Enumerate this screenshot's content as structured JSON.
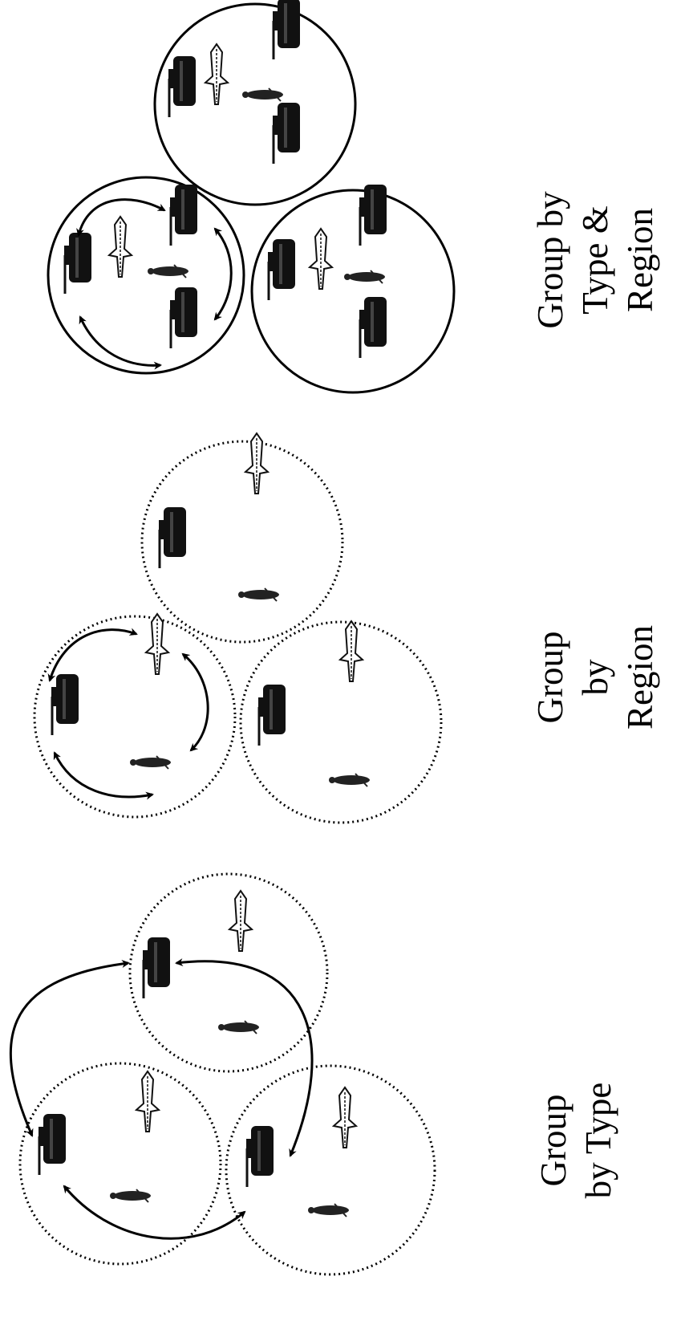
{
  "panels": [
    {
      "id": "type",
      "caption": [
        "Group",
        "by Type"
      ],
      "regions": [
        {
          "style": "dotted",
          "units": [
            "tank",
            "jet",
            "soldier"
          ]
        },
        {
          "style": "dotted",
          "units": [
            "tank",
            "jet",
            "soldier"
          ]
        },
        {
          "style": "dotted",
          "units": [
            "tank",
            "jet",
            "soldier"
          ]
        }
      ],
      "links": [
        {
          "from": "tank",
          "to": "tank",
          "count": 3
        }
      ]
    },
    {
      "id": "region",
      "caption": [
        "Group",
        "by",
        "Region"
      ],
      "regions": [
        {
          "style": "dotted",
          "units": [
            "tank",
            "jet",
            "soldier"
          ]
        },
        {
          "style": "dotted",
          "units": [
            "tank",
            "jet",
            "soldier"
          ]
        },
        {
          "style": "dotted",
          "units": [
            "tank",
            "jet",
            "soldier"
          ]
        }
      ],
      "links": [
        {
          "region": 1,
          "count": 3
        }
      ]
    },
    {
      "id": "type-region",
      "caption": [
        "Group by",
        "Type &",
        "Region"
      ],
      "regions": [
        {
          "style": "solid",
          "units": [
            "tank",
            "tank",
            "tank",
            "jet",
            "soldier"
          ]
        },
        {
          "style": "solid",
          "units": [
            "tank",
            "tank",
            "tank",
            "jet",
            "soldier"
          ]
        },
        {
          "style": "solid",
          "units": [
            "tank",
            "tank",
            "tank",
            "jet",
            "soldier"
          ]
        }
      ],
      "links": [
        {
          "region": 1,
          "from": "tank",
          "to": "tank",
          "count": 3
        }
      ]
    }
  ],
  "colors": {
    "ink": "#000000",
    "background": "#ffffff"
  },
  "icons": {
    "tank": "tank-icon",
    "jet": "jet-icon",
    "soldier": "soldier-icon"
  }
}
